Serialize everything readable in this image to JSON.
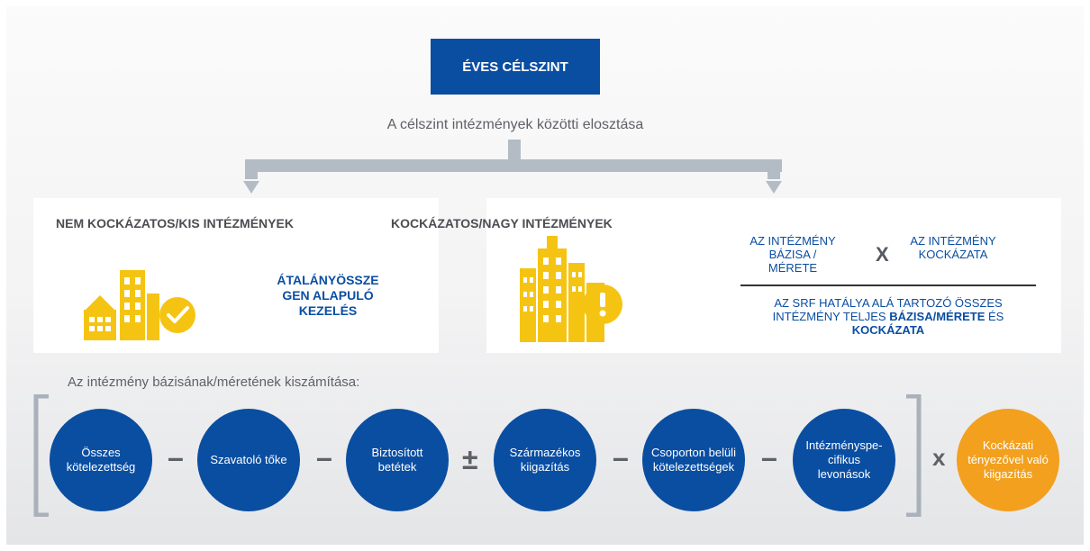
{
  "header": {
    "title": "ÉVES CÉLSZINT",
    "subtitle": "A célszint intézmények közötti elosztása"
  },
  "left_panel": {
    "title": "NEM KOCKÁZATOS/KIS INTÉZMÉNYEK",
    "label_line1": "ÁTALÁNYÖSSZE",
    "label_line2": "GEN ALAPULÓ",
    "label_line3": "KEZELÉS"
  },
  "right_panel": {
    "title": "KOCKÁZATOS/NAGY INTÉZMÉNYEK",
    "numerator_left_1": "AZ INTÉZMÉNY",
    "numerator_left_2": "BÁZISA /",
    "numerator_left_3": "MÉRETE",
    "times": "X",
    "numerator_right_1": "AZ INTÉZMÉNY",
    "numerator_right_2": "KOCKÁZATA",
    "denominator_1": "AZ SRF HATÁLYA ALÁ TARTOZÓ ÖSSZES",
    "denominator_2_a": "INTÉZMÉNY TELJES ",
    "denominator_2_b": "BÁZISA/MÉRETE",
    "denominator_2_c": " ÉS",
    "denominator_3": "KOCKÁZATA"
  },
  "calculation": {
    "label": "Az intézmény bázisának/méretének kiszámítása:",
    "c1": "Összes kötelezettség",
    "op1": "–",
    "c2": "Szavatoló tőke",
    "op2": "–",
    "c3": "Biztosított betétek",
    "op3": "±",
    "c4": "Származékos kiigazítás",
    "op4": "–",
    "c5": "Csoporton belüli kötelezettségek",
    "op5": "–",
    "c6": "Intézményspe-cifikus levonások",
    "op6": "x",
    "c7": "Kockázati tényezővel való kiigazítás"
  },
  "colors": {
    "primary_blue": "#0a4ea2",
    "arrow_gray": "#b3bcc5",
    "icon_yellow": "#f5c413",
    "orange": "#f2a01e"
  }
}
